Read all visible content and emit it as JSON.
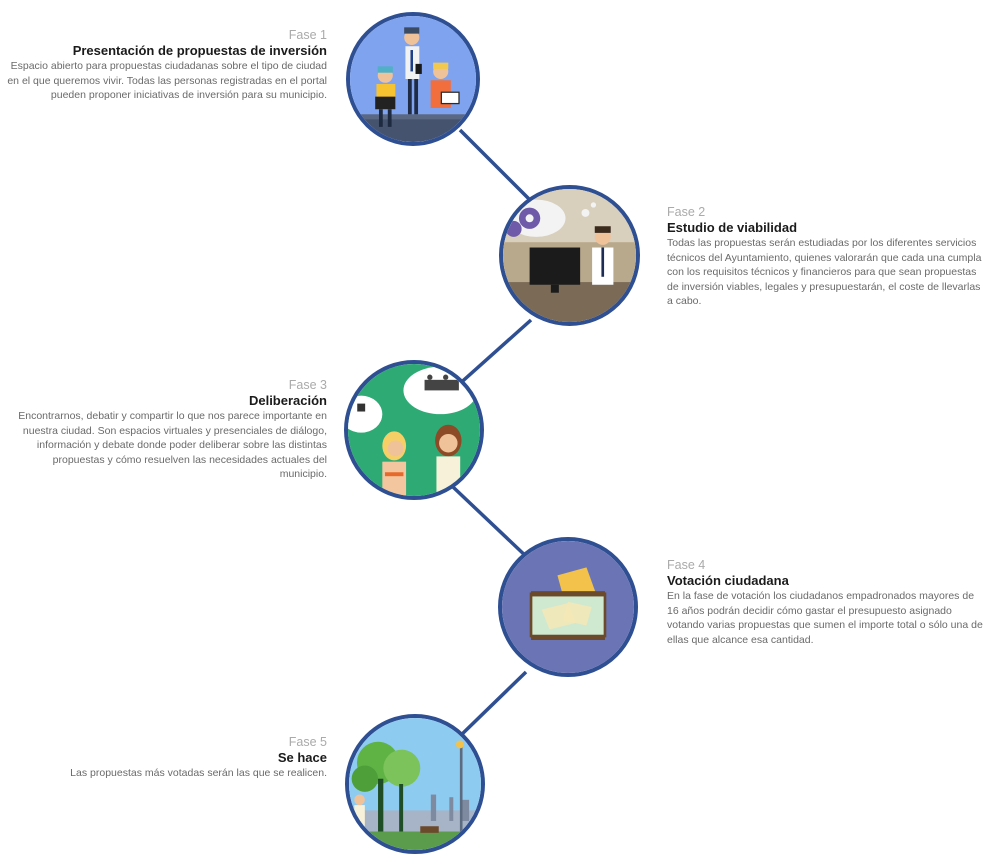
{
  "colors": {
    "ring": "#2f4f93",
    "connector": "#2f4f93",
    "label": "#aaaaaa",
    "title": "#1b1b1b",
    "text": "#6a6a6a"
  },
  "phases": [
    {
      "label": "Fase 1",
      "title": "Presentación de propuestas de inversión",
      "description": "Espacio abierto para propuestas ciudadanas sobre el tipo de ciudad en el que queremos vivir. Todas las personas registradas en el portal pueden proponer iniciativas de inversión para su municipio.",
      "illustration": "people-working-office"
    },
    {
      "label": "Fase 2",
      "title": "Estudio de viabilidad",
      "description": "Todas las propuestas serán estudiadas por los diferentes servicios técnicos del Ayuntamiento, quienes valorarán que cada una cumpla con los requisitos técnicos y financieros para que sean propuestas de inversión viables, legales y presupuestarán, el coste de llevarlas a cabo.",
      "illustration": "technician-computer-gears"
    },
    {
      "label": "Fase 3",
      "title": "Deliberación",
      "description": "Encontrarnos, debatir y compartir lo que nos parece importante en nuestra ciudad. Son espacios virtuales y presenciales de diálogo, información y debate donde poder deliberar sobre las distintas propuestas y cómo resuelven las necesidades actuales del municipio.",
      "illustration": "two-women-speech-bubbles"
    },
    {
      "label": "Fase 4",
      "title": "Votación ciudadana",
      "description": "En la fase de votación los ciudadanos empadronados mayores de 16 años podrán decidir cómo gastar el presupuesto asignado votando varias propuestas que sumen el importe total o sólo una de ellas que alcance esa cantidad.",
      "illustration": "ballot-box-envelopes"
    },
    {
      "label": "Fase 5",
      "title": "Se hace",
      "description": "Las propuestas más votadas serán las que se realicen.",
      "illustration": "park-trees-city"
    }
  ]
}
